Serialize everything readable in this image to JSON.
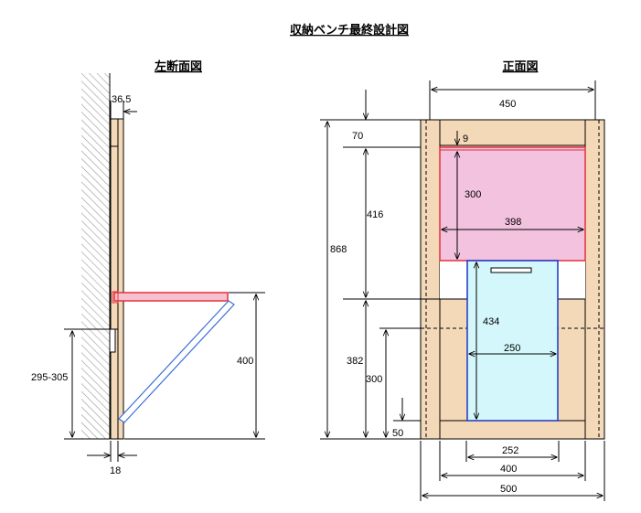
{
  "title": "収納ベンチ最終設計図",
  "side_view": {
    "title": "左断面図",
    "dims": {
      "top_thickness": "36.5",
      "seat_height": "400",
      "wall_height": "295-305",
      "panel_thickness": "18"
    }
  },
  "front_view": {
    "title": "正面図",
    "dims": {
      "outer_top_width": "450",
      "top_gap": "70",
      "drawer_gap": "9",
      "upper_height": "416",
      "total_height": "868",
      "drawer_height": "300",
      "drawer_width": "398",
      "lower_box_height": "434",
      "lower_height": "382",
      "lower_inner_height": "300",
      "lower_box_width": "250",
      "base_height": "50",
      "bottom_width_252": "252",
      "bottom_width_400": "400",
      "bottom_width_500": "500"
    }
  },
  "colors": {
    "wood": "#f4d9b9",
    "drawer_fill": "#f2c2de",
    "drawer_border": "#e3313d",
    "box_fill": "#d3f7fa",
    "box_border": "#1c35c8",
    "seat_fill": "#f7c2cf",
    "seat_border": "#e3313d",
    "brace_border": "#3a6ed8",
    "wall_hatch": "#9a9a9a"
  }
}
